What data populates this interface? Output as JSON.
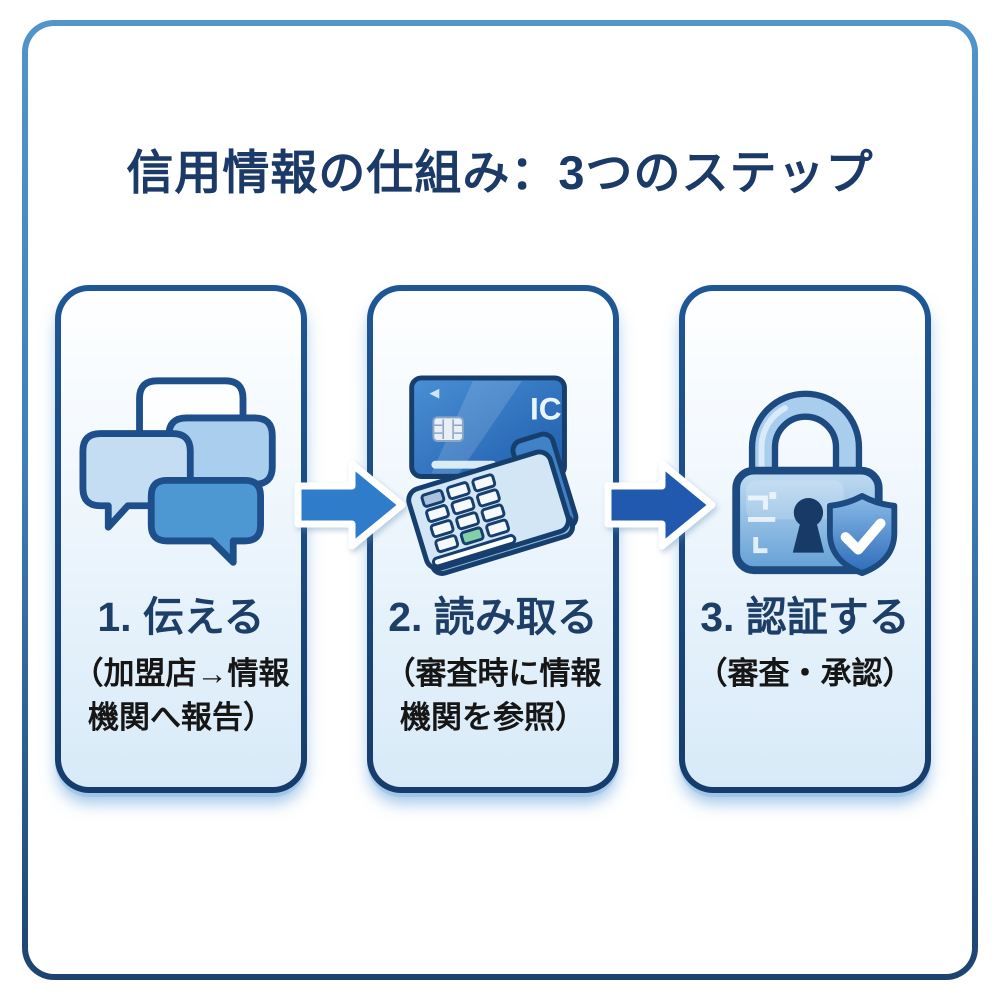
{
  "title": "信用情報の仕組み：3つのステップ",
  "steps": [
    {
      "heading": "1. 伝える",
      "caption": "（加盟店→情報機関へ報告）",
      "icon": "chat-bubbles-icon"
    },
    {
      "heading": "2. 読み取る",
      "caption": "（審査時に情報機関を参照）",
      "icon": "credit-card-reader-icon"
    },
    {
      "heading": "3. 認証する",
      "caption": "（審査・承認）",
      "icon": "lock-shield-icon"
    }
  ],
  "card_labels": {
    "ic_chip": "IC"
  },
  "colors": {
    "frame_border_top": "#5295ca",
    "frame_border_bottom": "#1d4470",
    "card_border": "#1a4a80",
    "card_bg_bottom": "#d8eaf8",
    "title_text": "#1b3a67",
    "heading_text": "#1d3e66",
    "caption_text": "#161616",
    "arrow_step1_2": "#2f7dca",
    "arrow_step2_3": "#2059ae",
    "icon_outline": "#1d4a80"
  }
}
